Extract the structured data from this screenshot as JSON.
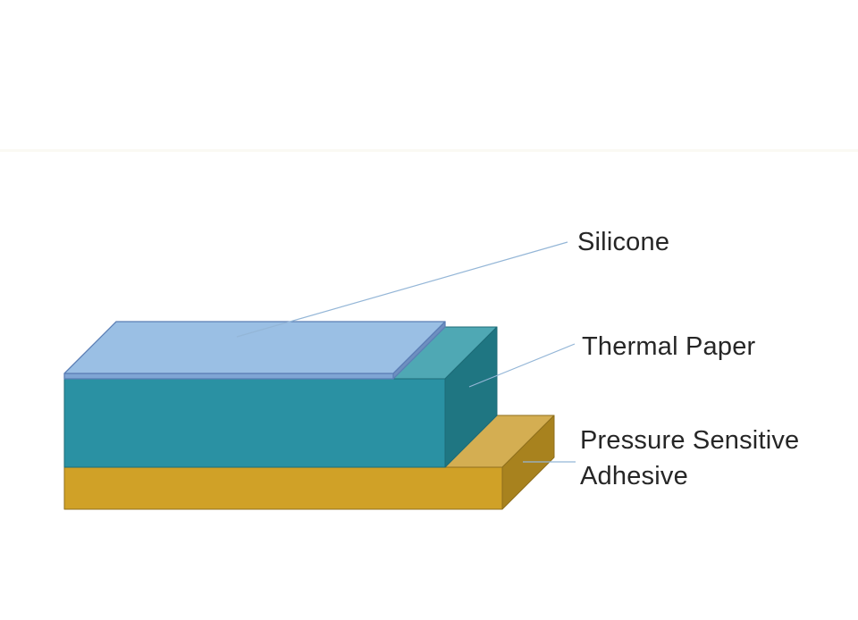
{
  "diagram": {
    "description": "Layered label-stock cross-section diagram with three slabs",
    "background_color": "#ffffff",
    "labels": {
      "silicone": "Silicone",
      "thermal_paper": "Thermal Paper",
      "adhesive": "Pressure Sensitive Adhesive"
    },
    "layers": [
      {
        "name": "Silicone",
        "position": "top thin slab"
      },
      {
        "name": "Thermal Paper",
        "position": "middle slab"
      },
      {
        "name": "Pressure Sensitive Adhesive",
        "position": "bottom slab"
      }
    ],
    "colors": {
      "silicone_top": "#9ABFE4",
      "silicone_front_edge": "#7FA5D4",
      "silicone_right_edge": "#6E8FC0",
      "thermal_top": "#4FA8B4",
      "thermal_front": "#2A91A3",
      "thermal_right": "#1F7682",
      "adhesive_top": "#D4AE52",
      "adhesive_front": "#D0A127",
      "adhesive_right": "#A8821E",
      "leader_line": "#94B6D7",
      "label_text": "#262626"
    }
  }
}
